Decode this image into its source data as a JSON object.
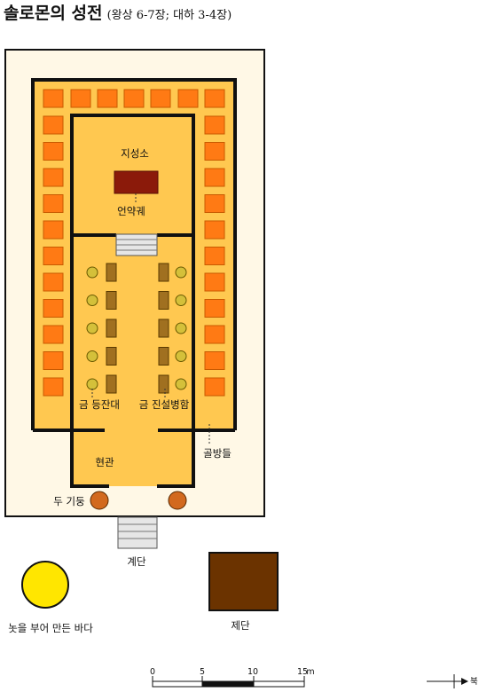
{
  "title": {
    "main": "솔로몬의 성전",
    "sub": "(왕상 6-7장; 대하 3-4장)"
  },
  "labels": {
    "holy_of_holies": "지성소",
    "ark": "언약궤",
    "lampstands": "금 등잔대",
    "tables": "금 진설병함",
    "side_rooms": "골방들",
    "porch": "현관",
    "pillars": "두 기둥",
    "steps": "계단",
    "sea": "놋을 부어 만든 바다",
    "altar": "제단"
  },
  "scale": {
    "ticks": [
      "0",
      "5",
      "10",
      "15"
    ],
    "unit": "m"
  },
  "north": {
    "label": "북"
  },
  "colors": {
    "courtyard": "#fff8e6",
    "building": "#ffc850",
    "side_room": "#ff7a14",
    "ark": "#8b1a0a",
    "pillar": "#d2691e",
    "sea": "#ffe600",
    "altar": "#6b3300",
    "lamp": "#d4c03a",
    "table": "#a07020"
  }
}
